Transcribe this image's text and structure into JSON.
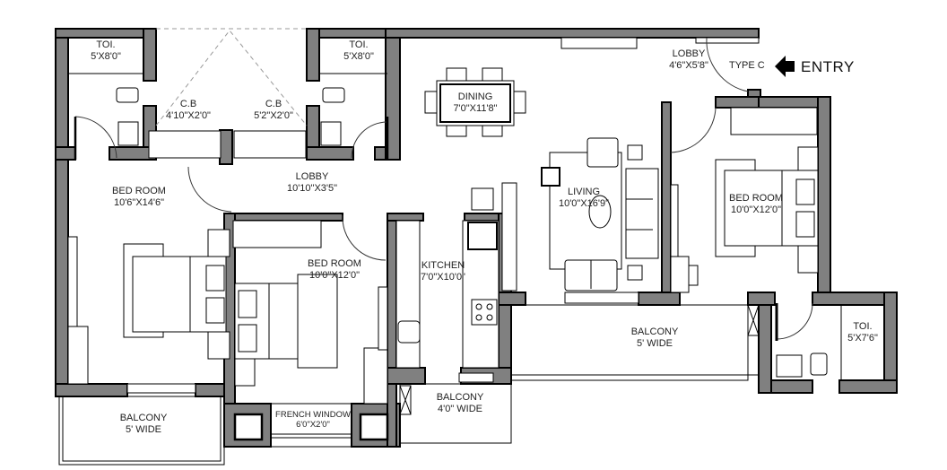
{
  "plan": {
    "unit_type": "TYPE C",
    "entry_label": "ENTRY",
    "rooms": {
      "toilet_left": {
        "name": "TOI.",
        "size": "5'X8'0\""
      },
      "cb_left": {
        "name": "C.B",
        "size": "4'10\"X2'0\""
      },
      "cb_right": {
        "name": "C.B",
        "size": "5'2\"X2'0\""
      },
      "toilet_middle": {
        "name": "TOI.",
        "size": "5'X8'0\""
      },
      "dining": {
        "name": "DINING",
        "size": "7'0\"X11'8\""
      },
      "lobby_entry": {
        "name": "LOBBY",
        "size": "4'6\"X5'8\""
      },
      "bedroom_left": {
        "name": "BED ROOM",
        "size": "10'6\"X14'6\""
      },
      "lobby_central": {
        "name": "LOBBY",
        "size": "10'10\"X3'5\""
      },
      "living": {
        "name": "LIVING",
        "size": "10'0\"X16'9\""
      },
      "bedroom_right": {
        "name": "BED ROOM",
        "size": "10'0\"X12'0\""
      },
      "bedroom_middle": {
        "name": "BED ROOM",
        "size": "10'0\"X12'0\""
      },
      "kitchen": {
        "name": "KITCHEN",
        "size": "7'0\"X10'0\""
      },
      "balcony_main": {
        "name": "BALCONY",
        "size": "5' WIDE"
      },
      "toilet_right": {
        "name": "TOI.",
        "size": "5'X7'6\""
      },
      "balcony_left": {
        "name": "BALCONY",
        "size": "5' WIDE"
      },
      "french_window": {
        "name": "FRENCH WINDOW",
        "size": "6'0\"X2'0\""
      },
      "balcony_kitchen": {
        "name": "BALCONY",
        "size": "4'0\" WIDE"
      }
    },
    "colors": {
      "wall_fill": "#808080",
      "line": "#000000",
      "background": "#ffffff"
    }
  }
}
